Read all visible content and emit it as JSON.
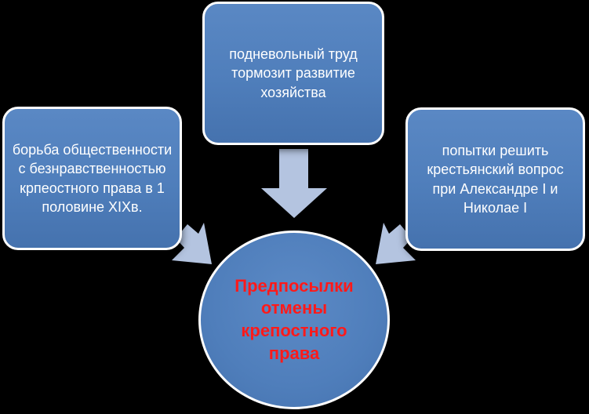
{
  "diagram": {
    "center": {
      "text": "Предпосылки отмены крепостного права",
      "text_color": "#ff1a1a"
    },
    "boxes": {
      "top": {
        "text": "подневольный труд тормозит развитие хозяйства"
      },
      "left": {
        "text": "борьба общественности с безнравственностью крпеостного права в 1 половине XIXв."
      },
      "right": {
        "text": "попытки решить крестьянский вопрос при Александре I и Николае I"
      }
    },
    "colors": {
      "background": "#000000",
      "box_fill": "#4f7ebb",
      "box_border": "#ffffff",
      "arrow_fill": "#b4c4e0"
    }
  }
}
